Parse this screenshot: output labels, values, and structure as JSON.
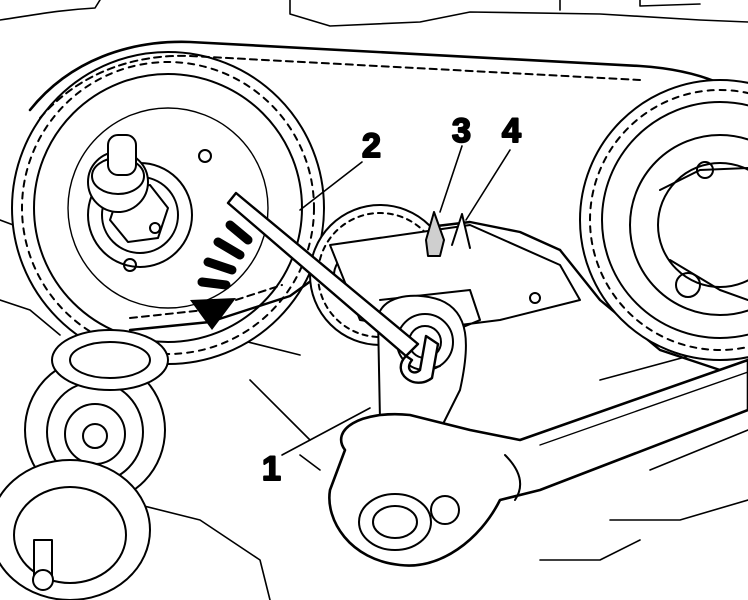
{
  "figure": {
    "callouts": [
      {
        "key": "callout_1",
        "text": "1"
      },
      {
        "key": "callout_2",
        "text": "2"
      },
      {
        "key": "callout_3",
        "text": "3"
      },
      {
        "key": "callout_4",
        "text": "4"
      }
    ],
    "line_color": "#000000",
    "fill_color": "#ffffff",
    "shade_color": "#cfcfcf"
  }
}
